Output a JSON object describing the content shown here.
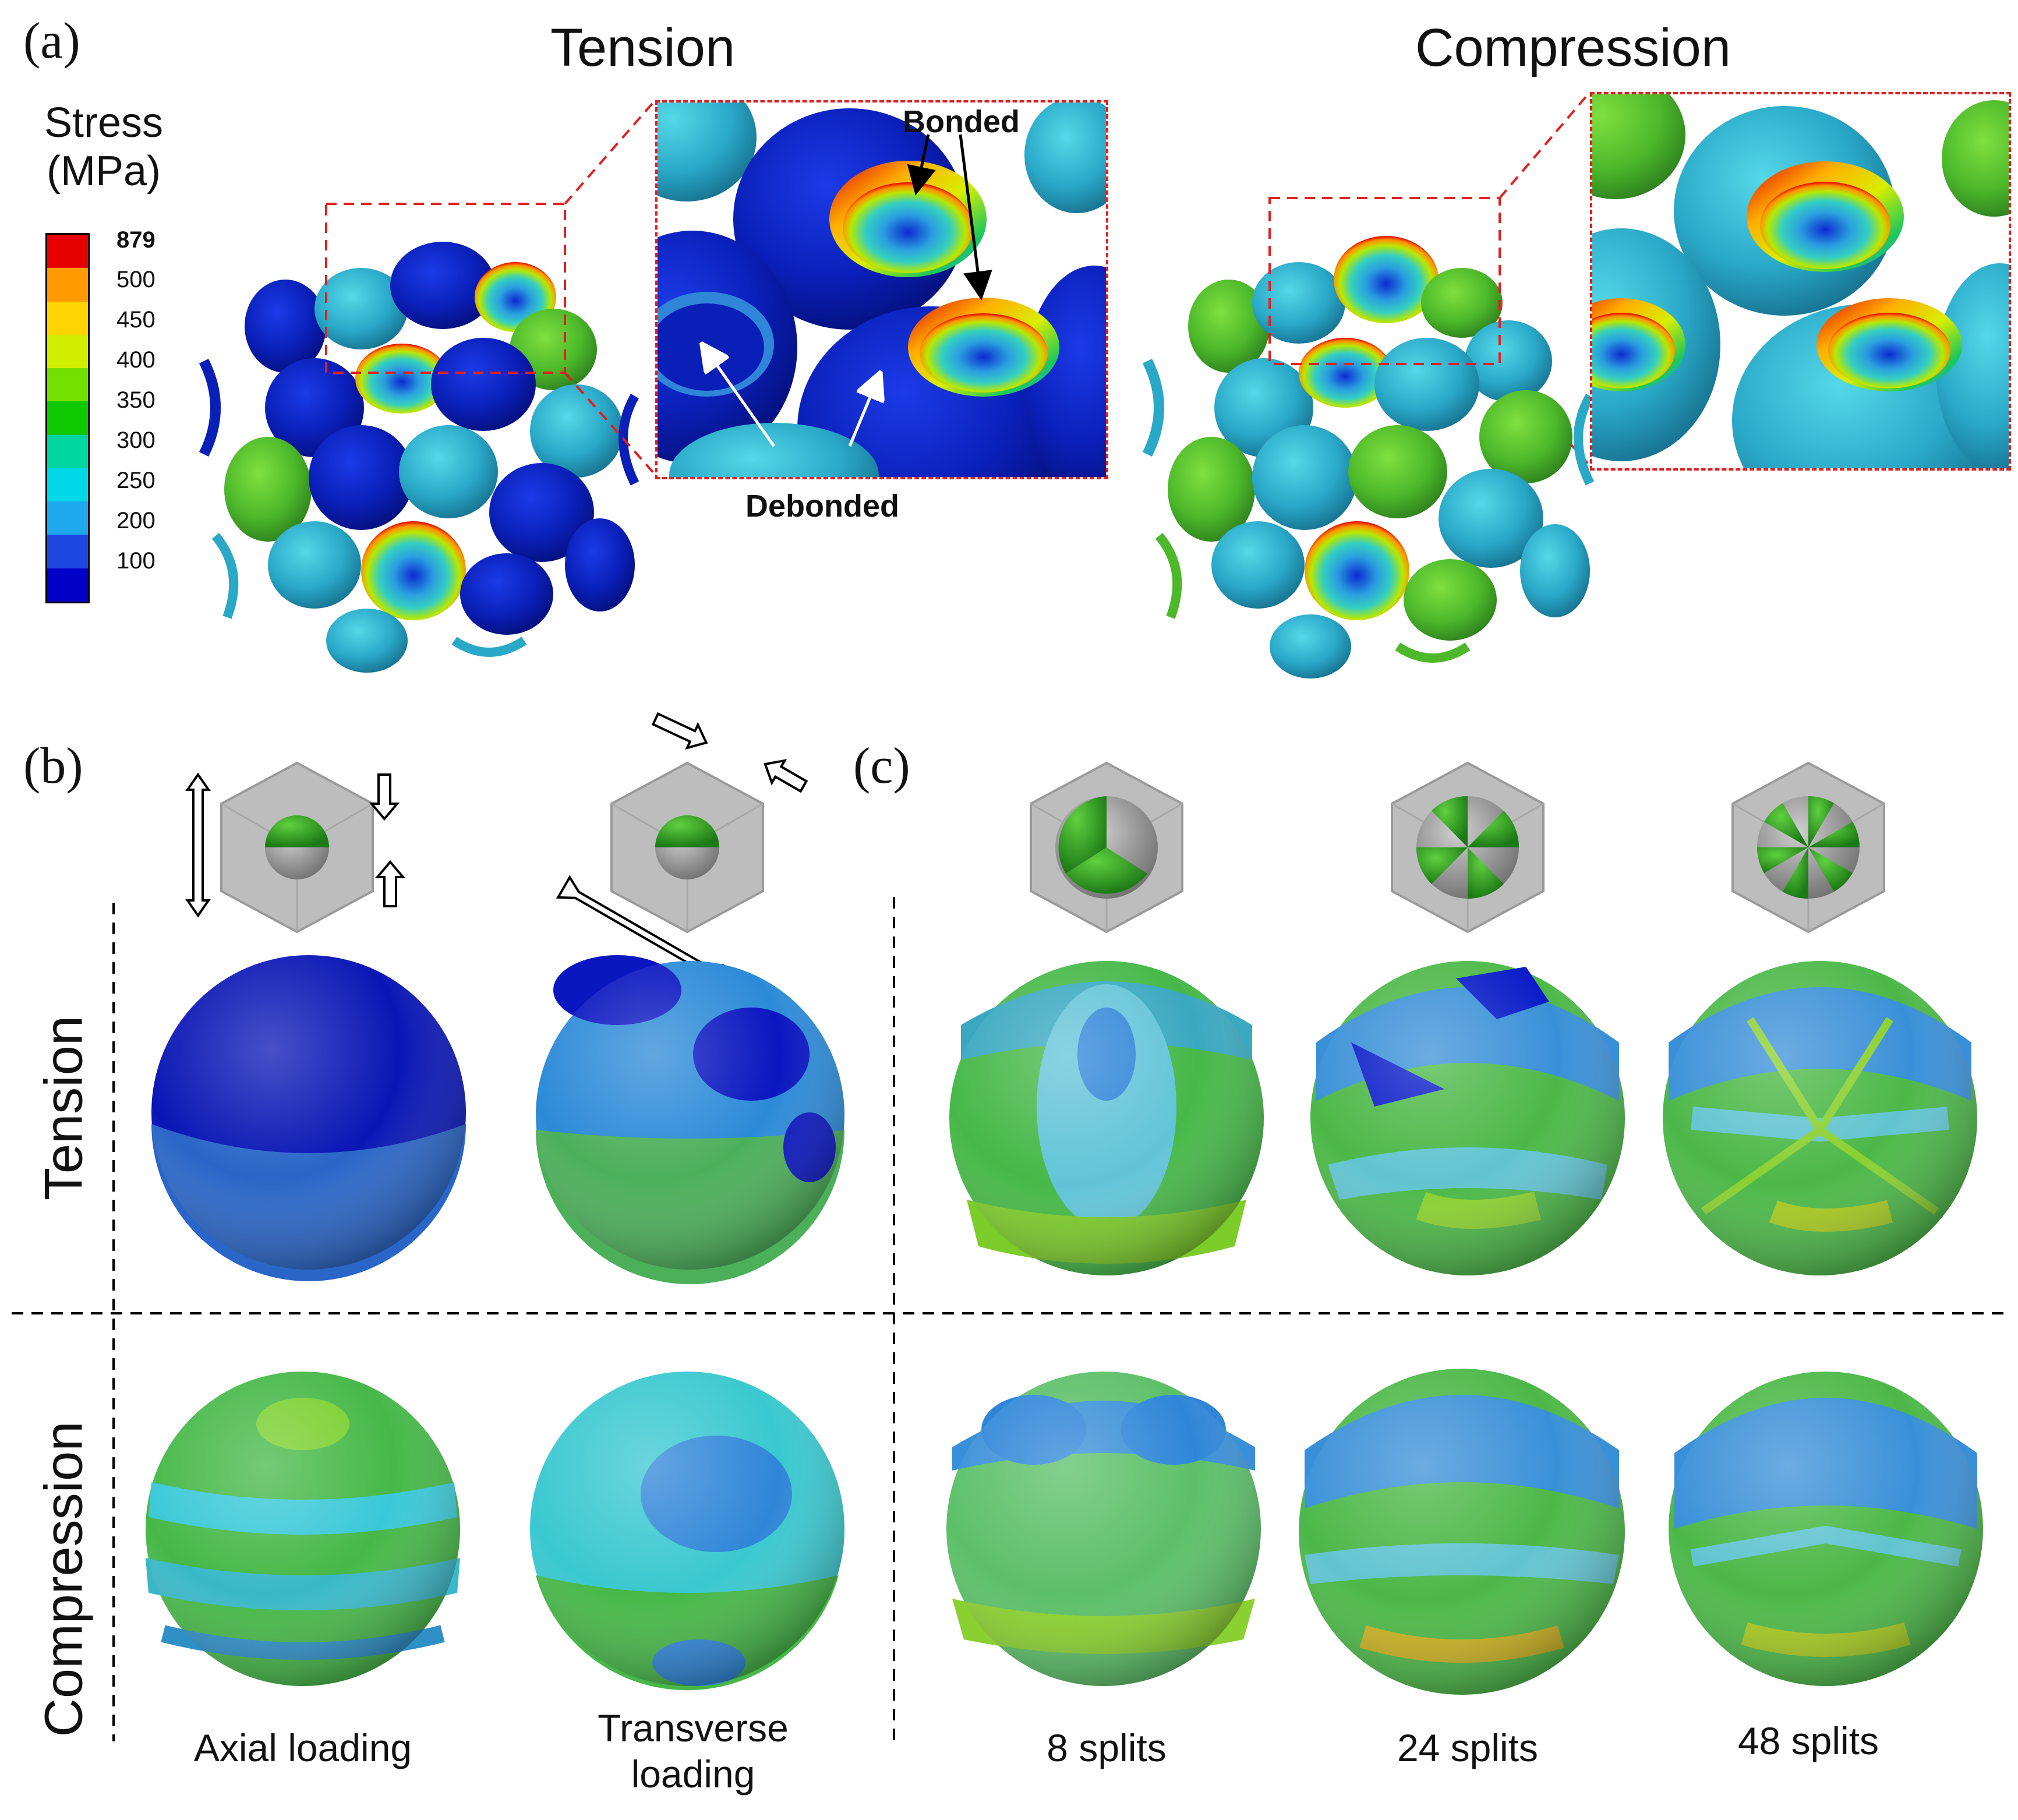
{
  "panel_a": {
    "label": "(a)",
    "tension_title": "Tension",
    "compression_title": "Compression",
    "legend": {
      "title_line1": "Stress",
      "title_line2": "(MPa)",
      "ticks": [
        "879",
        "500",
        "450",
        "400",
        "350",
        "300",
        "250",
        "200",
        "100"
      ],
      "colors": [
        "#e60000",
        "#ff9a00",
        "#ffd400",
        "#d2ee00",
        "#74e000",
        "#0ec800",
        "#00d6a0",
        "#00d8e8",
        "#1ea8ee",
        "#1e46e0",
        "#0000c8"
      ]
    },
    "annotations": {
      "bonded": "Bonded",
      "debonded": "Debonded"
    }
  },
  "panel_b": {
    "label": "(b)",
    "captions": [
      "Axial loading",
      "Transverse loading"
    ]
  },
  "panel_c": {
    "label": "(c)",
    "captions": [
      "8 splits",
      "24 splits",
      "48 splits"
    ]
  },
  "row_labels": {
    "tension": "Tension",
    "compression": "Compression"
  }
}
